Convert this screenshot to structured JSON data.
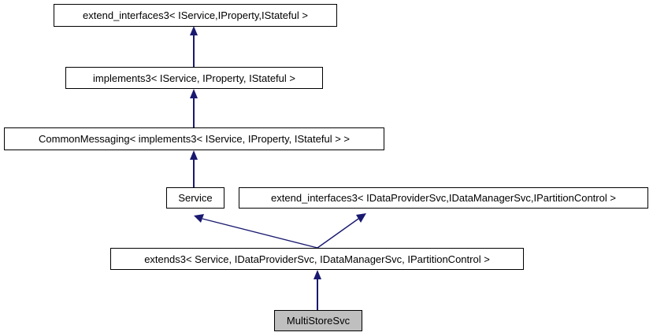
{
  "diagram": {
    "title": "MultiStoreSvc inheritance diagram",
    "type": "class-inheritance",
    "background_color": "#ffffff",
    "edge_color": "#191970",
    "node_border_color": "#000000",
    "node_fill_color": "#ffffff",
    "highlight_fill_color": "#bfbfbf",
    "nodes": [
      {
        "id": "extend_interfaces3_service",
        "label": "extend_interfaces3< IService,IProperty,IStateful >",
        "highlighted": false
      },
      {
        "id": "implements3",
        "label": "implements3< IService, IProperty, IStateful >",
        "highlighted": false
      },
      {
        "id": "commonmessaging",
        "label": "CommonMessaging< implements3< IService, IProperty, IStateful > >",
        "highlighted": false
      },
      {
        "id": "service",
        "label": "Service",
        "highlighted": false
      },
      {
        "id": "extend_interfaces3_data",
        "label": "extend_interfaces3< IDataProviderSvc,IDataManagerSvc,IPartitionControl >",
        "highlighted": false
      },
      {
        "id": "extends3",
        "label": "extends3< Service, IDataProviderSvc, IDataManagerSvc, IPartitionControl >",
        "highlighted": false
      },
      {
        "id": "multistoresvc",
        "label": "MultiStoreSvc",
        "highlighted": true
      }
    ],
    "edges": [
      {
        "from": "implements3",
        "to": "extend_interfaces3_service",
        "style": "inheritance-arrow"
      },
      {
        "from": "commonmessaging",
        "to": "implements3",
        "style": "inheritance-arrow"
      },
      {
        "from": "service",
        "to": "commonmessaging",
        "style": "inheritance-arrow"
      },
      {
        "from": "extends3",
        "to": "service",
        "style": "inheritance-arrow"
      },
      {
        "from": "extends3",
        "to": "extend_interfaces3_data",
        "style": "inheritance-arrow"
      },
      {
        "from": "multistoresvc",
        "to": "extends3",
        "style": "inheritance-arrow"
      }
    ]
  }
}
